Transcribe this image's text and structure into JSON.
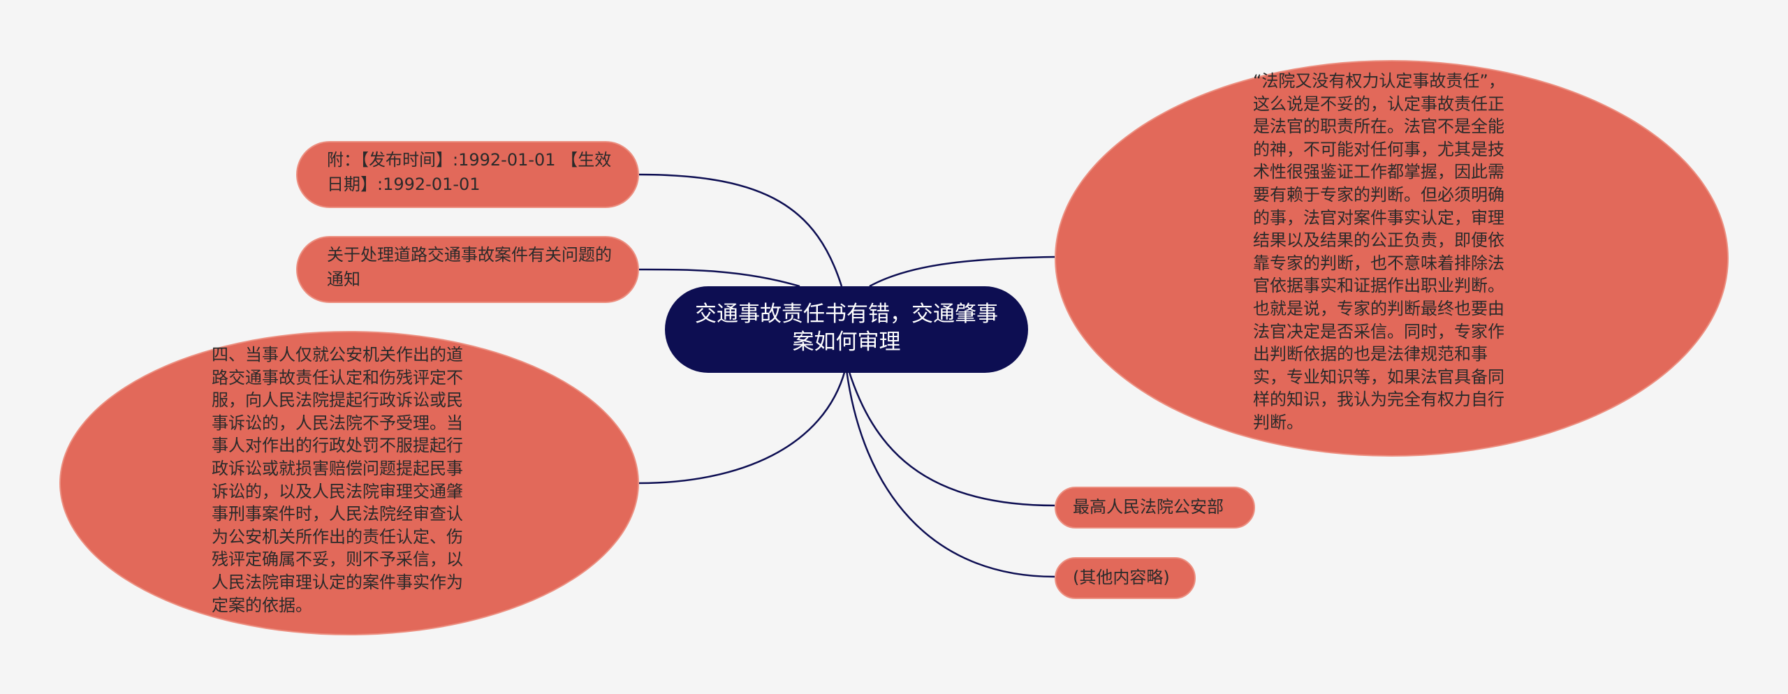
{
  "diagram": {
    "central": "交通事故责任书有错，交通肇事案如何审理",
    "left_branches": [
      {
        "text": "附：【发布时间】:1992-01-01 【生效日期】:1992-01-01"
      },
      {
        "text": "关于处理道路交通事故案件有关问题的通知"
      },
      {
        "text": "四、当事人仅就公安机关作出的道路交通事故责任认定和伤残评定不服，向人民法院提起行政诉讼或民事诉讼的，人民法院不予受理。当事人对作出的行政处罚不服提起行政诉讼或就损害赔偿问题提起民事诉讼的，以及人民法院审理交通肇事刑事案件时，人民法院经审查认为公安机关所作出的责任认定、伤残评定确属不妥，则不予采信，以人民法院审理认定的案件事实作为定案的依据。"
      }
    ],
    "right_branches": [
      {
        "text": "“法院又没有权力认定事故责任”，这么说是不妥的，认定事故责任正是法官的职责所在。法官不是全能的神，不可能对任何事，尤其是技术性很强鉴证工作都掌握，因此需要有赖于专家的判断。但必须明确的事，法官对案件事实认定，审理结果以及结果的公正负责，即便依靠专家的判断，也不意味着排除法官依据事实和证据作出职业判断。也就是说，专家的判断最终也要由法官决定是否采信。同时，专家作出判断依据的也是法律规范和事实，专业知识等，如果法官具备同样的知识，我认为完全有权力自行判断。"
      },
      {
        "text": "最高人民法院公安部"
      },
      {
        "text": "(其他内容略)"
      }
    ],
    "colors": {
      "background": "#f5f5f5",
      "central_fill": "#0d0e52",
      "central_text": "#ffffff",
      "node_fill": "#e2695a",
      "node_border": "#ec8f80",
      "node_text": "#2a2a2a",
      "link": "#0d0e52"
    }
  }
}
